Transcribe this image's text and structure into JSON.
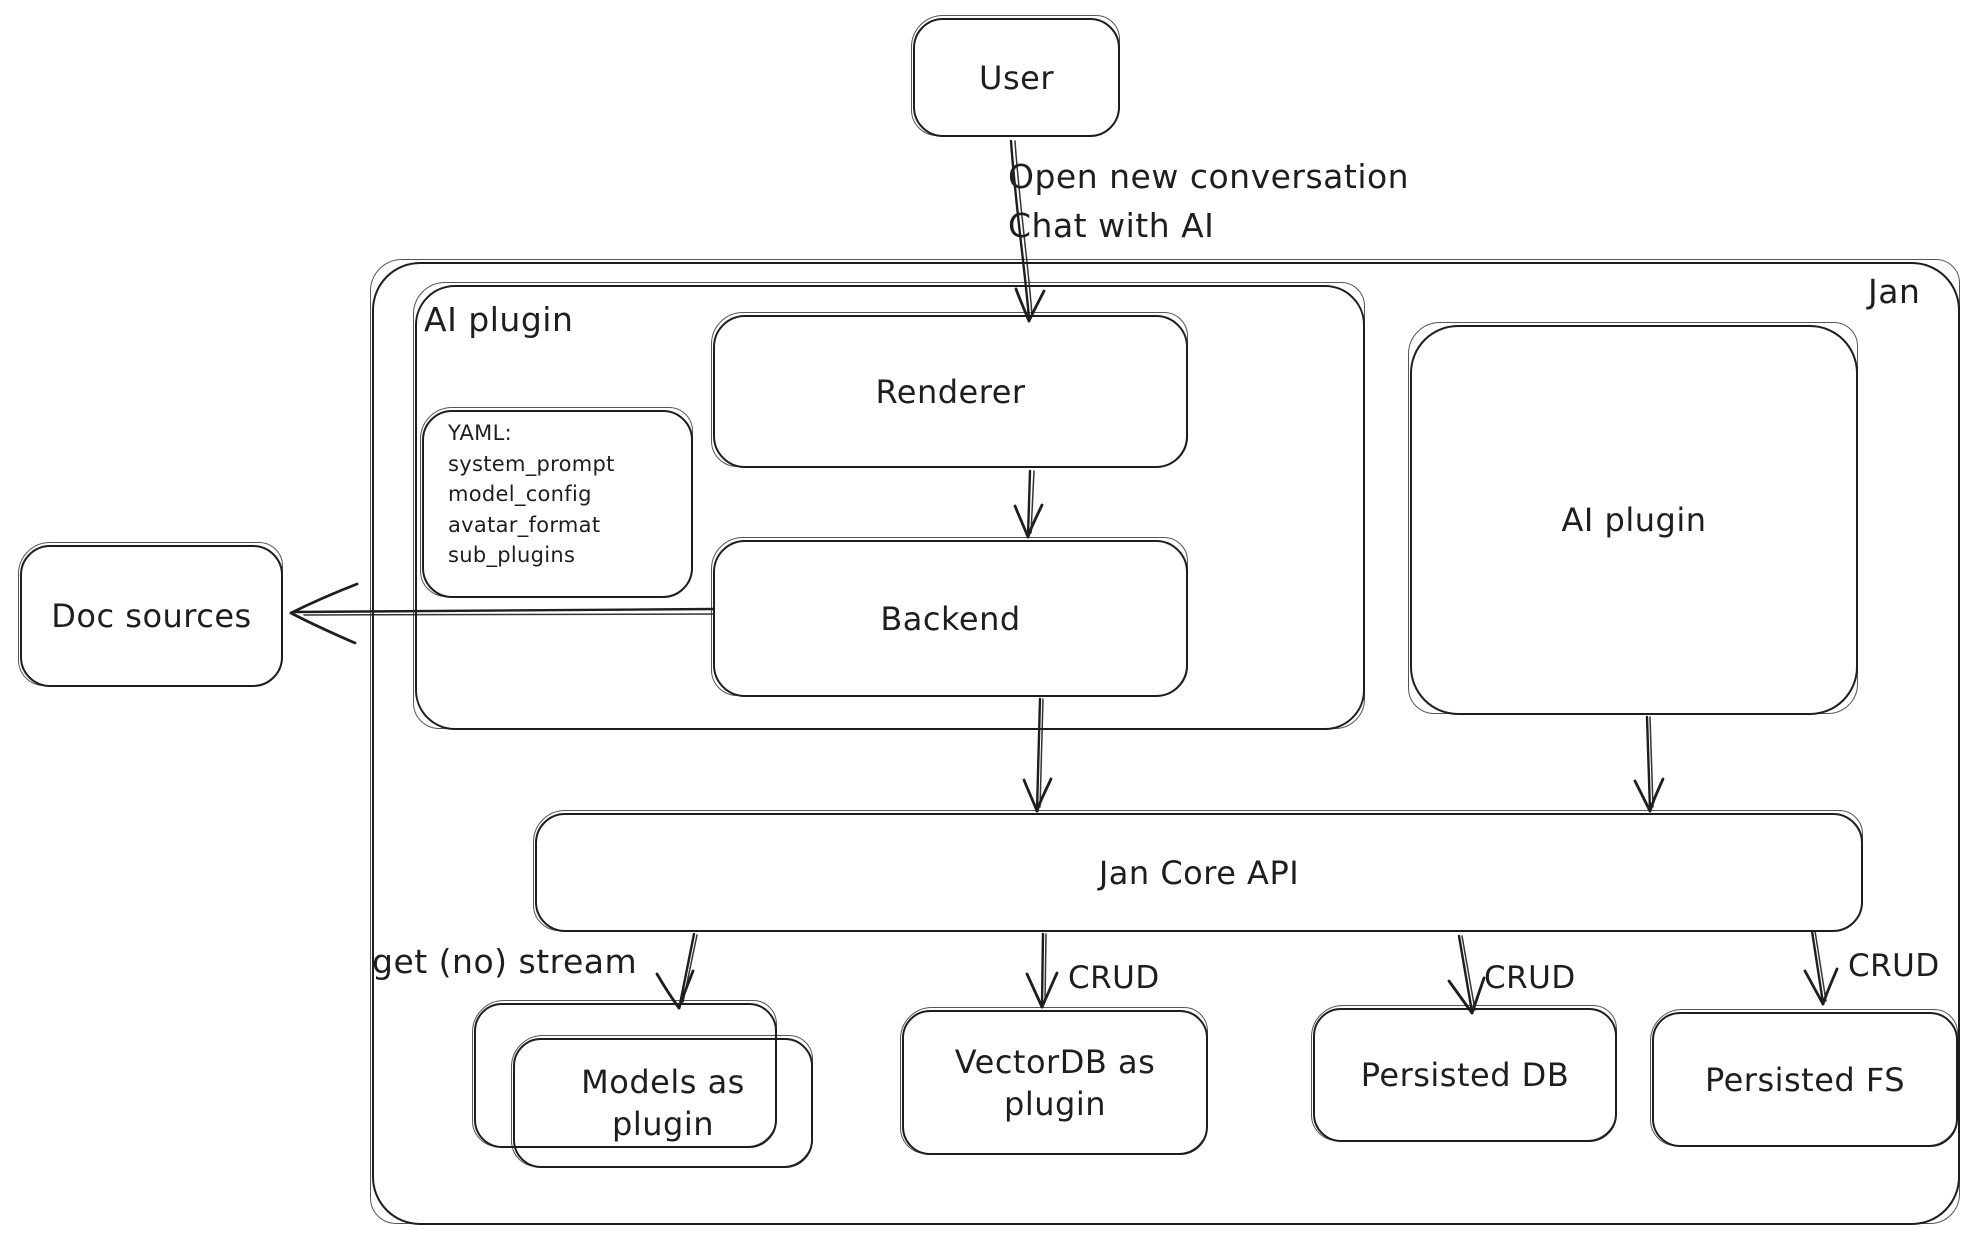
{
  "diagram": {
    "nodes": {
      "user": {
        "label": "User"
      },
      "jan": {
        "label": "Jan"
      },
      "ai_plugin_group": {
        "label": "AI plugin"
      },
      "renderer": {
        "label": "Renderer"
      },
      "backend": {
        "label": "Backend"
      },
      "ai_plugin": {
        "label": "AI plugin"
      },
      "jan_core_api": {
        "label": "Jan Core API"
      },
      "models": {
        "label": "Models as plugin"
      },
      "vectordb": {
        "label": "VectorDB as plugin"
      },
      "persisted_db": {
        "label": "Persisted DB"
      },
      "persisted_fs": {
        "label": "Persisted FS"
      },
      "doc_sources": {
        "label": "Doc sources"
      }
    },
    "yaml_note": {
      "lines": [
        "YAML:",
        "system_prompt",
        "model_config",
        "avatar_format",
        "sub_plugins"
      ]
    },
    "edge_labels": {
      "user_flow": [
        "Open new conversation",
        "Chat with AI"
      ],
      "models_stream": "get (no) stream",
      "vectordb_crud": "CRUD",
      "persisted_db_crud": "CRUD",
      "persisted_fs_crud": "CRUD"
    },
    "colors": {
      "stroke": "#1e1e1e",
      "background": "#ffffff"
    }
  }
}
